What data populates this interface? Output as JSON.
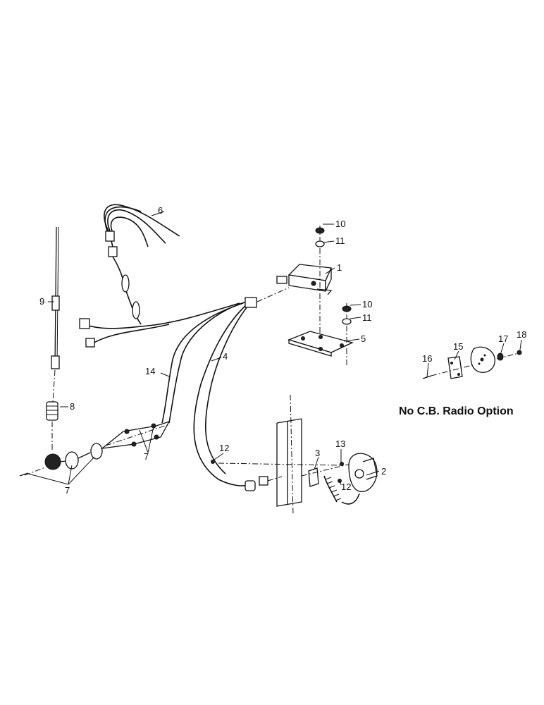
{
  "caption": "No C.B. Radio Option",
  "labels": [
    "1",
    "2",
    "3",
    "4",
    "5",
    "6",
    "7",
    "7",
    "8",
    "9",
    "10",
    "11",
    "10",
    "11",
    "12",
    "12",
    "13",
    "14",
    "15",
    "16",
    "17",
    "18"
  ]
}
